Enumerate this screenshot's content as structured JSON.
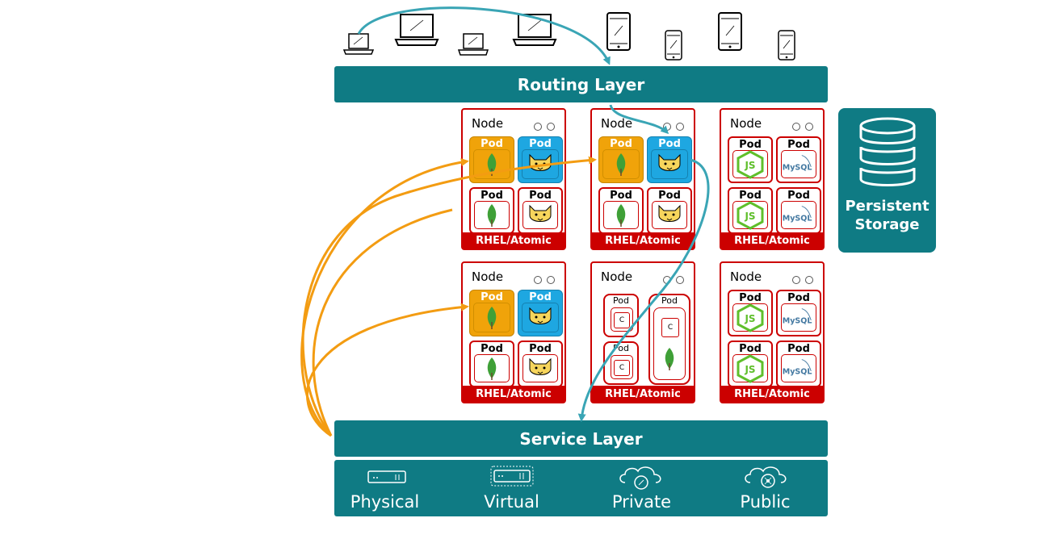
{
  "routing_layer": {
    "label": "Routing Layer"
  },
  "service_layer": {
    "label": "Service Layer"
  },
  "persistent_storage": {
    "label_line1": "Persistent",
    "label_line2": "Storage"
  },
  "infrastructure": {
    "physical": "Physical",
    "virtual": "Virtual",
    "private": "Private",
    "public": "Public"
  },
  "node_label": "Node",
  "os_label": "RHEL/Atomic",
  "pod_label": "Pod",
  "container_label": "C",
  "logos": {
    "mongodb": "mongoDB",
    "mysql": "MySQL",
    "nodejs": "JS"
  },
  "colors": {
    "teal": "#0f7b84",
    "red": "#cc0000",
    "orange_pod": "#f0a30a",
    "blue_pod": "#1ea7e1",
    "orange_arrow": "#f39c12",
    "teal_arrow": "#3aa5b5"
  },
  "icons": [
    "laptop-icon",
    "smartphone-icon",
    "database-stack-icon",
    "server-icon",
    "cloud-lock-icon",
    "cloud-network-icon",
    "mongodb-leaf-icon",
    "tomcat-icon",
    "nodejs-icon",
    "mysql-icon"
  ]
}
